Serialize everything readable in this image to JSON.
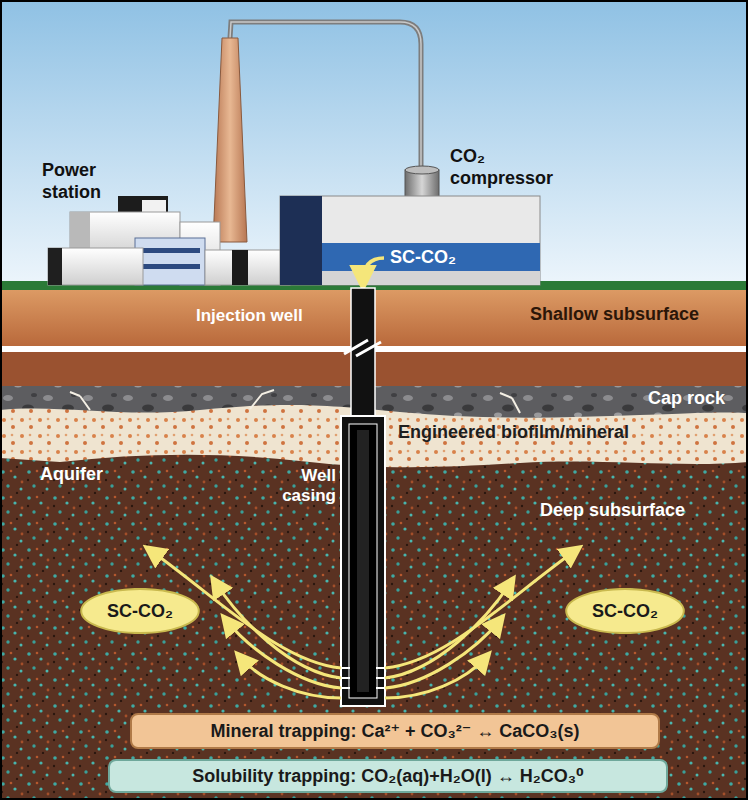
{
  "diagram": {
    "nodes": [
      {
        "text": [
          "SC-CO₂"
        ]
      },
      {
        "text": [
          "Shallow subsurface"
        ]
      },
      {
        "text": [
          "Cap rock"
        ]
      },
      {
        "text": [
          "Engineered biofilm/mineral"
        ]
      },
      {
        "text": [
          "Aquifer",
          "Deep subsurface"
        ]
      },
      {
        "text": [
          "SC-CO₂"
        ],
        "in": 4
      },
      {
        "text": [
          "SC-CO₂"
        ],
        "in": 4
      },
      {
        "text": [
          "Mineral trapping: Ca²⁺ + CO₃²⁻ ↔ CaCO₃(s)"
        ],
        "in": 4
      },
      {
        "text": [
          "Solubility trapping: CO₂(aq)+H₂O(l) ↔ H₂CO₃⁰"
        ],
        "in": 4
      }
    ],
    "labels": [
      "Power station",
      "CO₂ compressor",
      "Injection well",
      "Well casing"
    ]
  }
}
